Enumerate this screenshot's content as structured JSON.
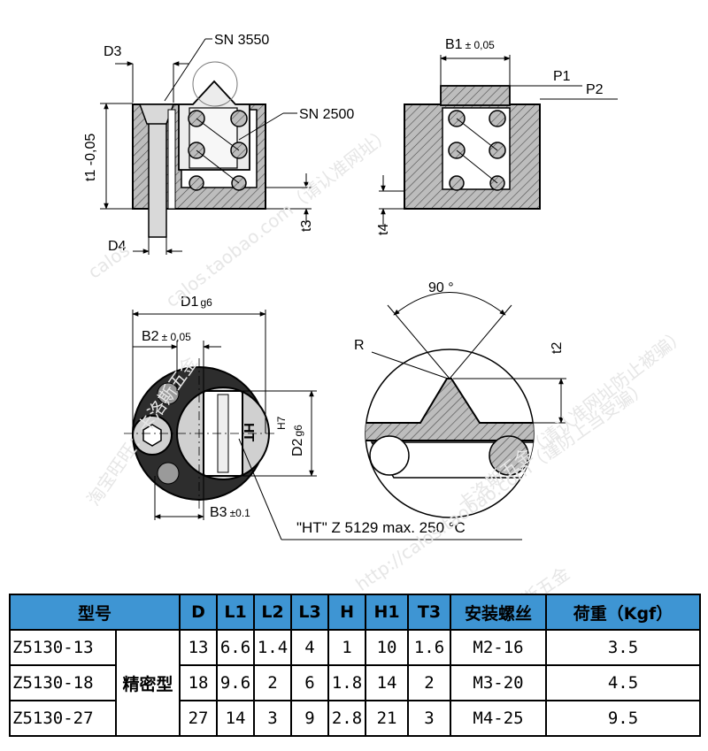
{
  "drawing": {
    "labels": {
      "d3": "D3",
      "sn3550": "SN 3550",
      "sn2500": "SN 2500",
      "t1": "t1 -0,05",
      "d4": "D4",
      "t3": "t3",
      "b1": "B1",
      "b1_tol": "± 0,05",
      "p1": "P1",
      "p2": "P2",
      "t4": "t4",
      "d1": "D1",
      "d1_fit": "g6",
      "b2": "B2",
      "b2_tol": "± 0,05",
      "h7": "H7",
      "d2": "D2",
      "d2_fit": "g6",
      "ht_stamp": "HT",
      "b3": "B3",
      "b3_tol": "±0.1",
      "marking_note": "\"HT\" Z 5129 max. 250 °C",
      "angle": "90 °",
      "radius": "R",
      "t2": "t2"
    },
    "watermarks": [
      "calos.taobao.com（请认准网址）",
      "淘宝旺旺：卡洛斯五金",
      "卡洛斯五金",
      "http://calos.taobao.com（谨防上当受骗）",
      "calos",
      "卡洛斯五金（请认准网址防止被骗）"
    ]
  },
  "table": {
    "headers": {
      "model": "型号",
      "d": "D",
      "l1": "L1",
      "l2": "L2",
      "l3": "L3",
      "h": "H",
      "h1": "H1",
      "t3": "T3",
      "screw": "安装螺丝",
      "load": "荷重（Kgf）"
    },
    "type_label": "精密型",
    "rows": [
      {
        "model": "Z5130-13",
        "d": "13",
        "l1": "6.6",
        "l2": "1.4",
        "l3": "4",
        "h": "1",
        "h1": "10",
        "t3": "1.6",
        "screw": "M2-16",
        "load": "3.5"
      },
      {
        "model": "Z5130-18",
        "d": "18",
        "l1": "9.6",
        "l2": "2",
        "l3": "6",
        "h": "1.8",
        "h1": "14",
        "t3": "2",
        "screw": "M3-20",
        "load": "4.5"
      },
      {
        "model": "Z5130-27",
        "d": "27",
        "l1": "14",
        "l2": "3",
        "l3": "9",
        "h": "2.8",
        "h1": "21",
        "t3": "3",
        "screw": "M4-25",
        "load": "9.5"
      }
    ]
  }
}
